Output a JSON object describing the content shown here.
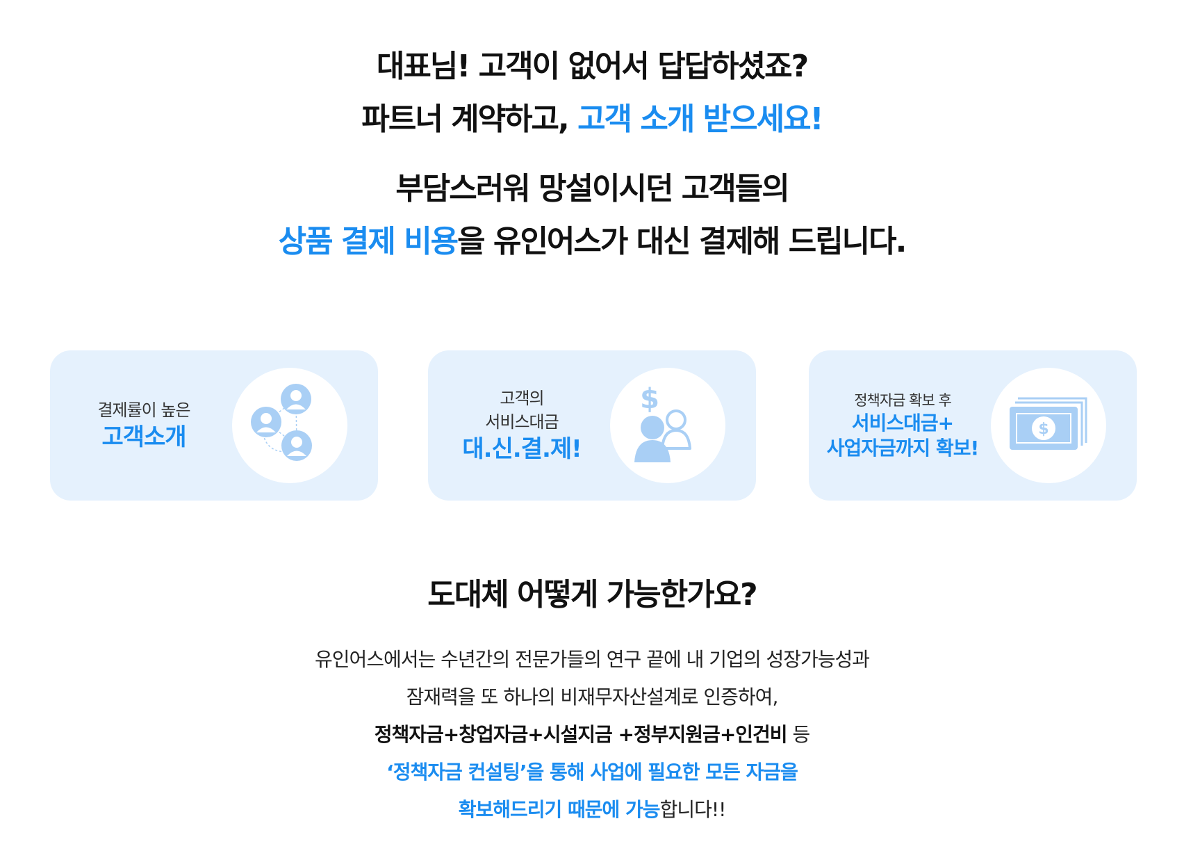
{
  "hero": {
    "line1": "대표님! 고객이 없어서 답답하셨죠?",
    "line2_plain": "파트너 계약하고, ",
    "line2_blue": "고객 소개 받으세요!",
    "line3": "부담스러워 망설이시던 고객들의",
    "line4_blue": "상품 결제 비용",
    "line4_plain": "을 유인어스가 대신 결제해 드립니다."
  },
  "cards": [
    {
      "sub": "결제률이 높은",
      "main": "고객소개",
      "icon": "people-network-icon"
    },
    {
      "sub1": "고객의",
      "sub2": "서비스대금",
      "main": "대.신.결.제!",
      "icon": "dollar-customer-icon"
    },
    {
      "sub": "정책자금 확보 후",
      "main1": "서비스대금+",
      "main2": "사업자금까지 확보!",
      "icon": "money-bills-icon"
    }
  ],
  "question": "도대체 어떻게 가능한가요?",
  "desc": {
    "line1": "유인어스에서는 수년간의 전문가들의 연구 끝에 내 기업의 성장가능성과",
    "line2": "잠재력을 또 하나의  비재무자산설계로 인증하여,",
    "line3_bold": "정책자금+창업자금+시설지금 +정부지원금+인건비",
    "line3_plain": " 등",
    "line4_blue": "‘정책자금 컨설팅’을 통해 사업에 필요한 모든 자금을",
    "line5_blue": "확보해드리기 때문에 가능",
    "line5_plain": "합니다!!"
  },
  "colors": {
    "accent": "#1a8cf0",
    "card_bg": "#e5f1fd",
    "icon_fill": "#a9cff5"
  }
}
